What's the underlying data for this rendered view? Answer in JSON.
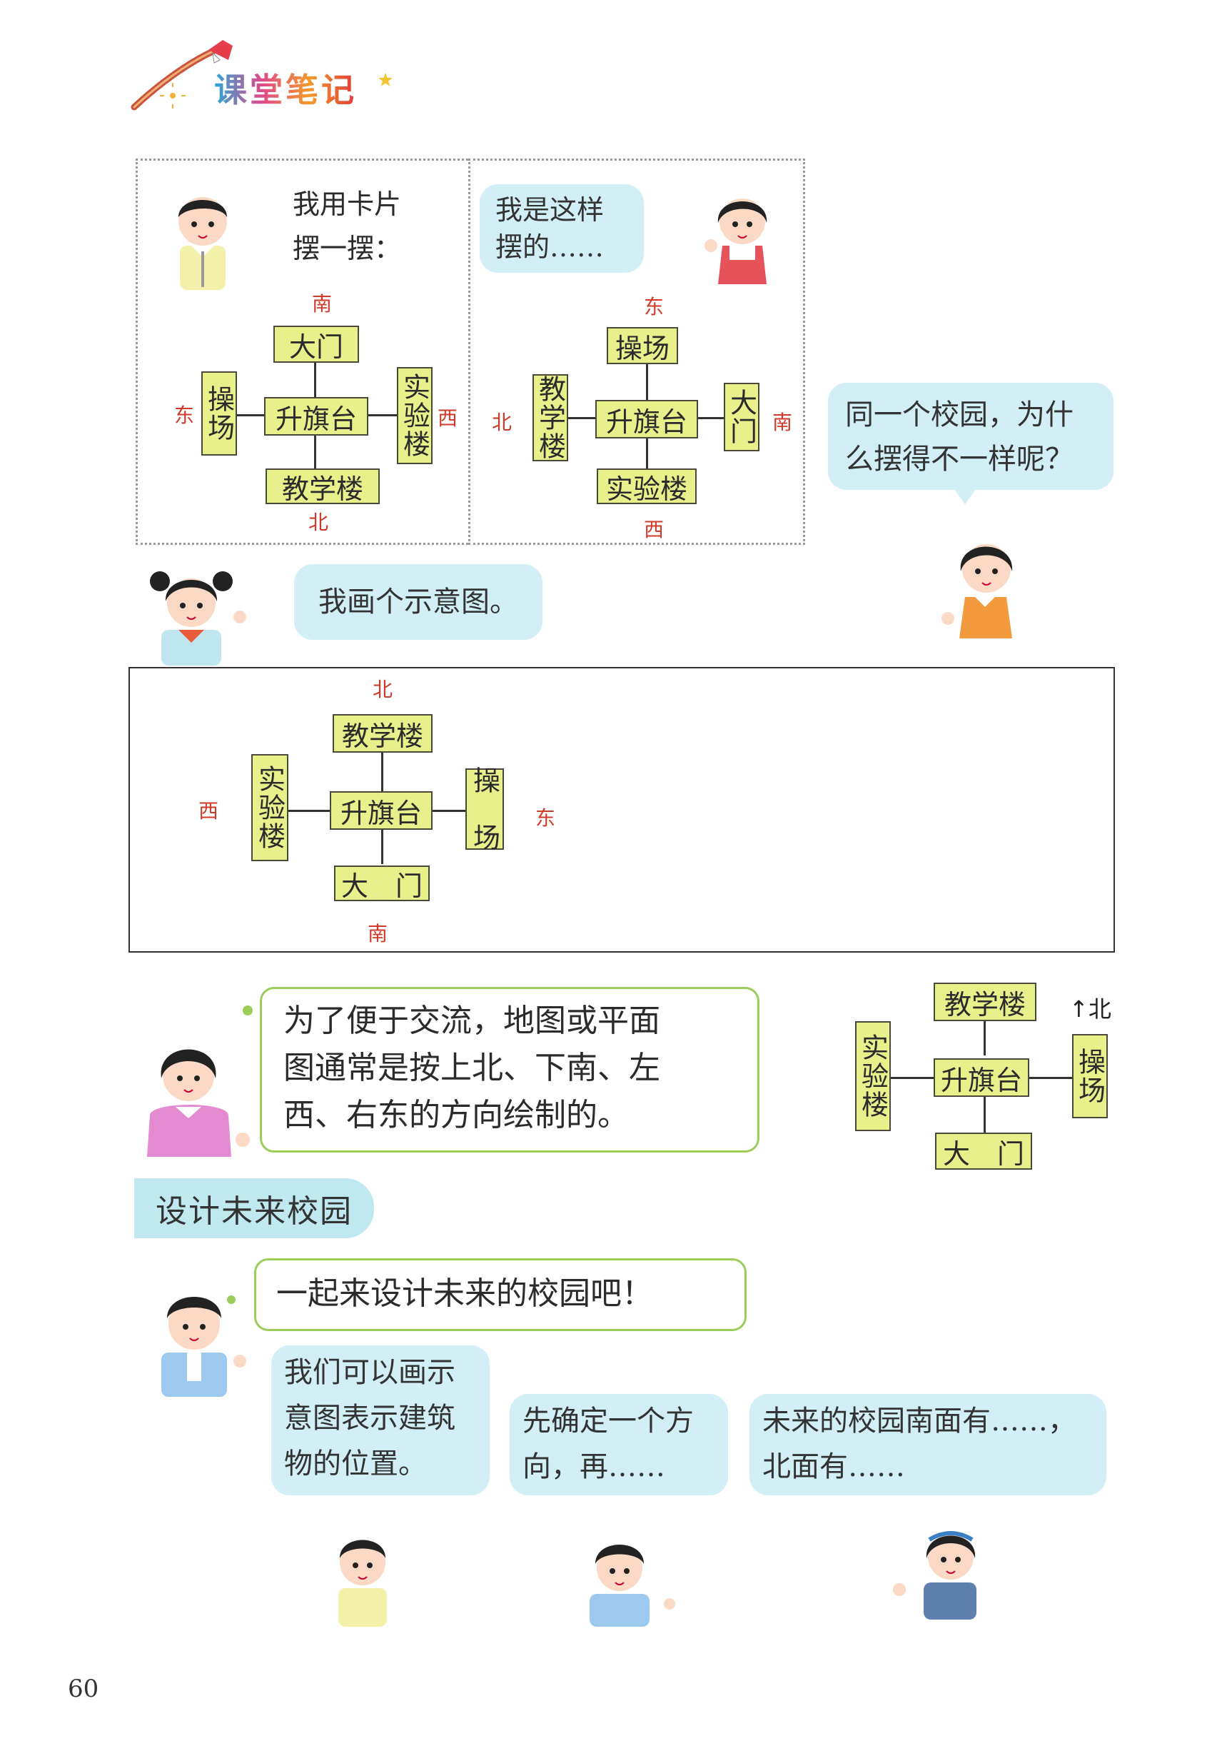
{
  "header": {
    "title": "课堂笔记",
    "brush_icon": "paintbrush-icon",
    "star_icon": "star-icon"
  },
  "panel_left": {
    "speech": [
      "我用卡片",
      "摆一摆："
    ],
    "cards": {
      "top": "大门",
      "center": "升旗台",
      "left": "操场",
      "right": "实验楼",
      "bottom": "教学楼"
    },
    "directions": {
      "top": "南",
      "bottom": "北",
      "left": "东",
      "right": "西"
    }
  },
  "panel_right": {
    "speech": [
      "我是这样",
      "摆的……"
    ],
    "cards": {
      "top": "操场",
      "center": "升旗台",
      "left": "教学楼",
      "right": "大门",
      "bottom": "实验楼"
    },
    "directions": {
      "top": "东",
      "bottom": "西",
      "left": "北",
      "right": "南"
    }
  },
  "question_bubble": "同一个校园，为什么摆得不一样呢？",
  "question_lines": [
    "同一个校园，为什",
    "么摆得不一样呢？"
  ],
  "sketch_bubble": "我画个示意图。",
  "diagram": {
    "cards": {
      "top": "教学楼",
      "center": "升旗台",
      "left": "实验楼",
      "right": "操　场",
      "bottom": "大　门"
    },
    "directions": {
      "top": "北",
      "bottom": "南",
      "left": "西",
      "right": "东"
    }
  },
  "convention_bubble": [
    "为了便于交流，地图或平面",
    "图通常是按上北、下南、左",
    "西、右东的方向绘制的。"
  ],
  "small_map": {
    "cards": {
      "top": "教学楼",
      "center": "升旗台",
      "left": "实验楼",
      "right": "操场",
      "bottom": "大　门"
    },
    "north_label": "北"
  },
  "section_title": "设计未来校园",
  "design_bubble": "一起来设计未来的校园吧！",
  "tips": [
    [
      "我们可以画示",
      "意图表示建筑",
      "物的位置。"
    ],
    [
      "先确定一个方",
      "向，再……"
    ],
    [
      "未来的校园南面有……，",
      "北面有……"
    ]
  ],
  "page_number": "60"
}
